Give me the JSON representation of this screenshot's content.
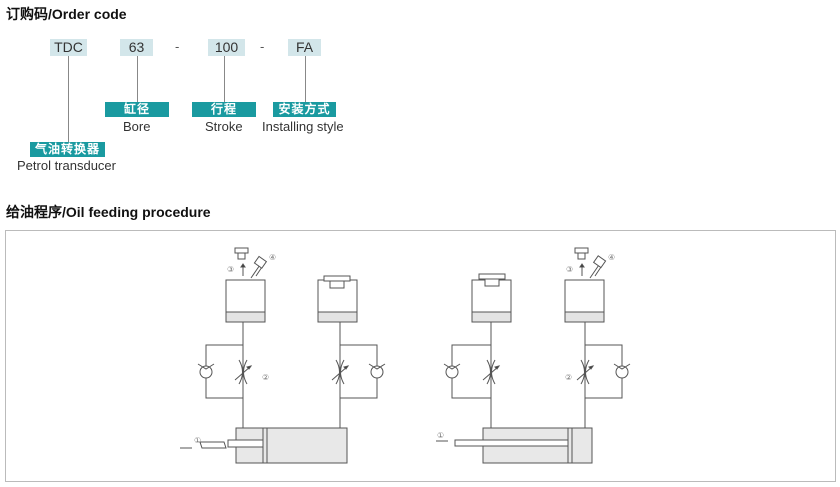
{
  "order_title": "订购码/Order code",
  "codes": [
    {
      "value": "TDC",
      "tag": "气油转换器",
      "label": "Petrol transducer"
    },
    {
      "value": "63",
      "tag": "缸径",
      "label": "Bore"
    },
    {
      "value": "100",
      "tag": "行程",
      "label": "Stroke"
    },
    {
      "value": "FA",
      "tag": "安装方式",
      "label": "Installing style"
    }
  ],
  "separator": "-",
  "feeding_title": "给油程序/Oil feeding procedure",
  "markers": {
    "m1": "①",
    "m2": "②",
    "m3": "③",
    "m4": "④"
  }
}
